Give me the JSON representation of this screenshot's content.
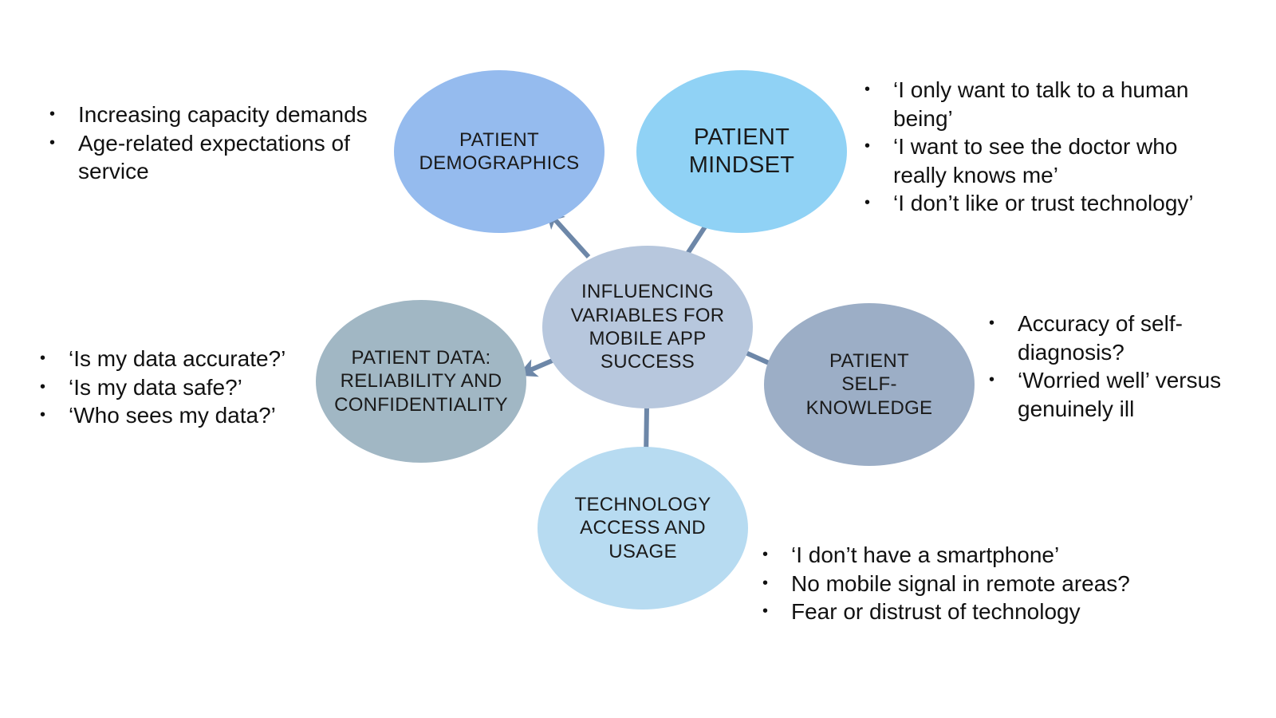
{
  "colors": {
    "center": "#b7c7dd",
    "demographics": "#95bbee",
    "mindset": "#90d2f5",
    "data": "#a1b7c4",
    "self_knowledge": "#9caec6",
    "technology": "#b7dbf1",
    "arrow": "#6d87a8"
  },
  "nodes": {
    "center": {
      "lines": [
        "INFLUENCING",
        "VARIABLES FOR",
        "MOBILE APP",
        "SUCCESS"
      ]
    },
    "demographics": {
      "lines": [
        "PATIENT",
        "DEMOGRAPHICS"
      ]
    },
    "mindset": {
      "lines": [
        "PATIENT",
        "MINDSET"
      ]
    },
    "data": {
      "lines": [
        "PATIENT DATA:",
        "RELIABILITY AND",
        "CONFIDENTIALITY"
      ]
    },
    "self_knowledge": {
      "lines": [
        "PATIENT",
        "SELF-",
        "KNOWLEDGE"
      ]
    },
    "technology": {
      "lines": [
        "TECHNOLOGY",
        "ACCESS AND",
        "USAGE"
      ]
    }
  },
  "bullets": {
    "demographics": [
      {
        "text": "Increasing capacity demands"
      },
      {
        "text": "Age-related expectations of service"
      }
    ],
    "mindset": [
      {
        "text": "‘I only want to talk to a human being’"
      },
      {
        "text": "‘I want to see the doctor who really knows me’"
      },
      {
        "text": "‘I don’t like or trust technology’"
      }
    ],
    "data": [
      {
        "text": "‘Is my data accurate?’"
      },
      {
        "text": "‘Is my data safe?’"
      },
      {
        "text": "‘Who sees my data?’"
      }
    ],
    "self_knowledge": [
      {
        "text": "Accuracy of self-diagnosis?"
      },
      {
        "text": "‘Worried well’ versus genuinely ill"
      }
    ],
    "technology": [
      {
        "text": "‘I don’t have a smartphone’"
      },
      {
        "text": "No mobile signal in remote areas?"
      },
      {
        "text": "Fear or distrust of technology"
      }
    ]
  }
}
